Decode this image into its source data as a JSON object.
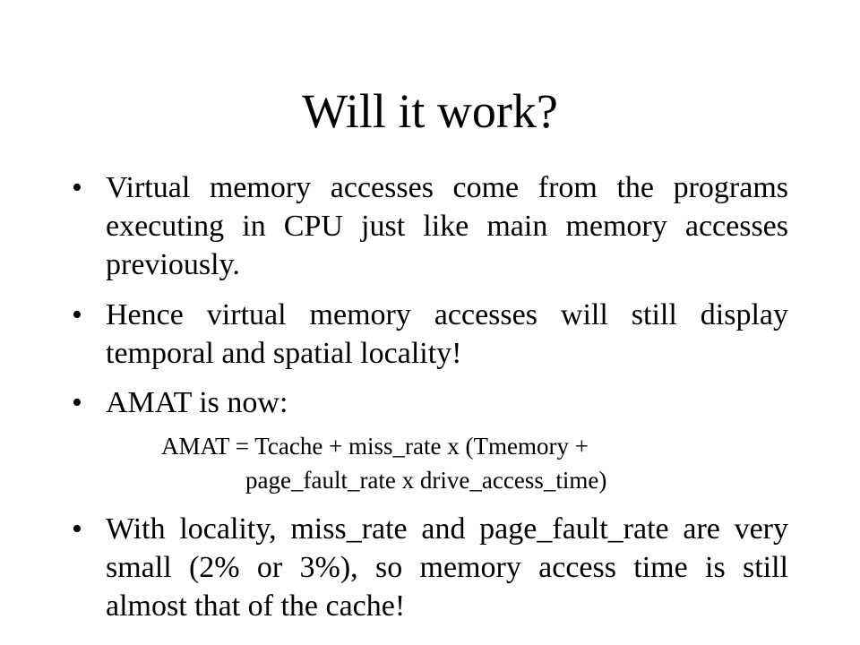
{
  "slide": {
    "title": "Will it work?",
    "bullet_symbol": "•",
    "bullets": [
      {
        "text": "Virtual memory accesses come from the programs executing in CPU just like main memory accesses previously."
      },
      {
        "text": "Hence virtual memory accesses will still display temporal and spatial locality!"
      },
      {
        "text": "AMAT is now:"
      },
      {
        "text": "With locality, miss_rate and page_fault_rate are very small (2% or 3%), so memory access time is still almost that of the cache!"
      }
    ],
    "formula": {
      "line1": "AMAT = Tcache + miss_rate  x (Tmemory +",
      "line2": "page_fault_rate x drive_access_time)"
    }
  }
}
